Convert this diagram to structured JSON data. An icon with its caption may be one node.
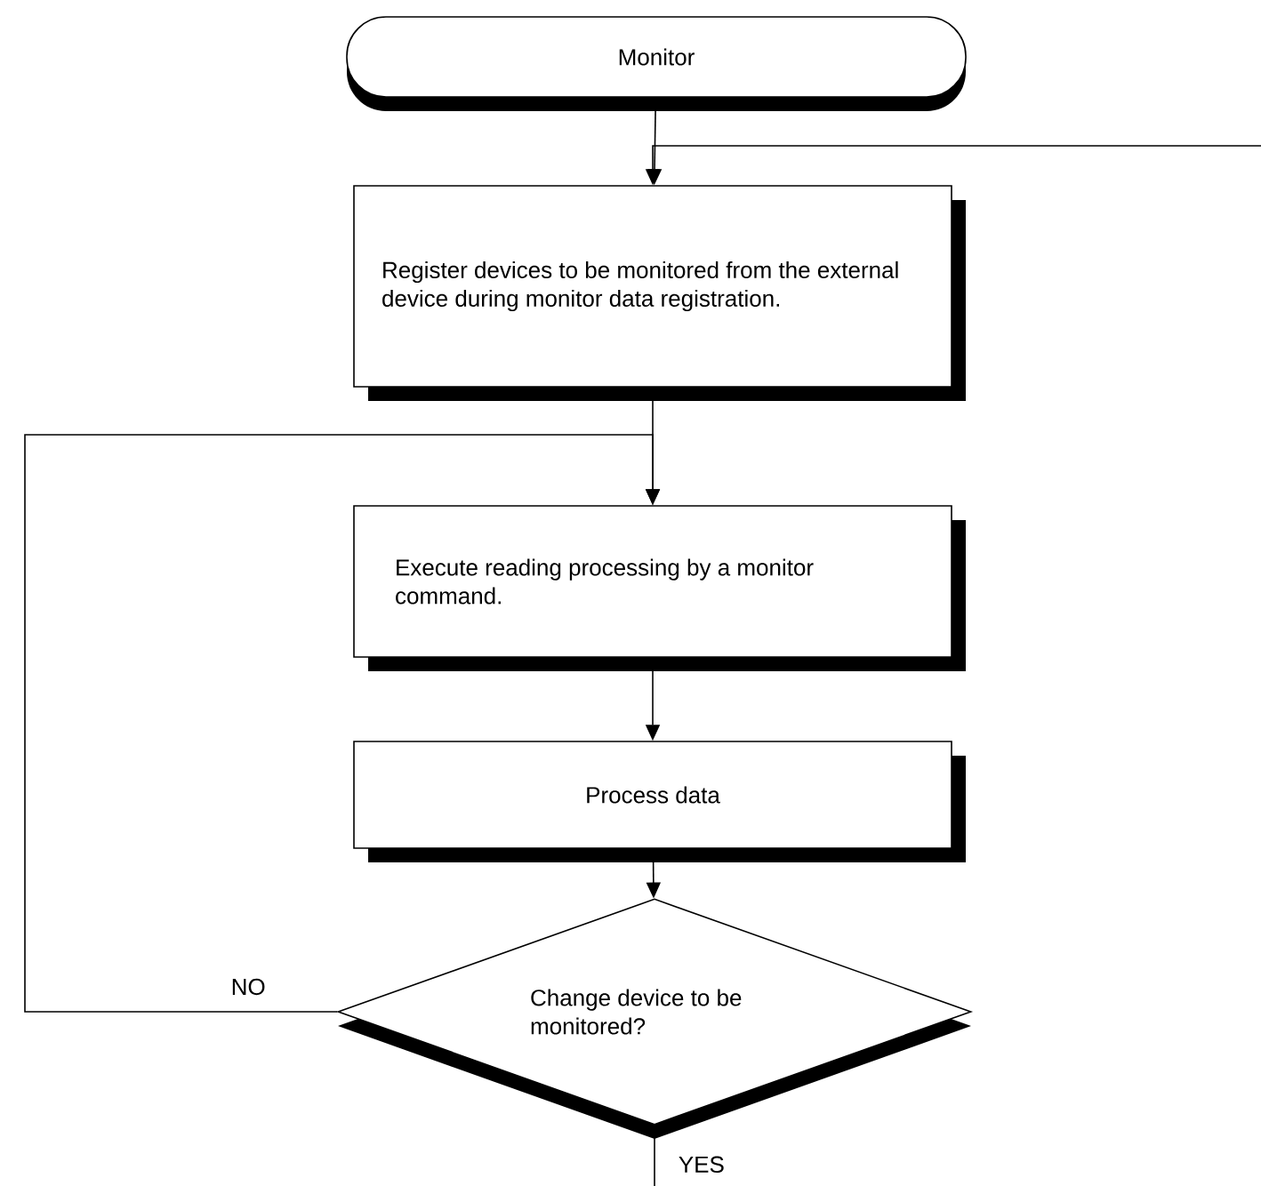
{
  "diagram": {
    "nodes": [
      {
        "text": [
          "Monitor"
        ]
      },
      {
        "text": [
          "Register devices to be monitored from the external device during monitor data registration."
        ]
      },
      {
        "text": [
          "Execute reading processing by a monitor command."
        ]
      },
      {
        "text": [
          "Process data"
        ]
      },
      {
        "text": [
          "Change device to be monitored?"
        ]
      }
    ],
    "edges": [
      {
        "from": 0,
        "to": 1,
        "arrow": "to"
      },
      {
        "from": null,
        "to": 1,
        "arrow": "to"
      },
      {
        "from": 1,
        "to": 2,
        "arrow": "to"
      },
      {
        "from": 4,
        "to": 2,
        "arrow": "to",
        "label": "NO"
      },
      {
        "from": 2,
        "to": 3,
        "arrow": "to"
      },
      {
        "from": 3,
        "to": 4,
        "arrow": "to"
      },
      {
        "from": 4,
        "to": null,
        "arrow": "none",
        "label": "YES"
      }
    ]
  }
}
